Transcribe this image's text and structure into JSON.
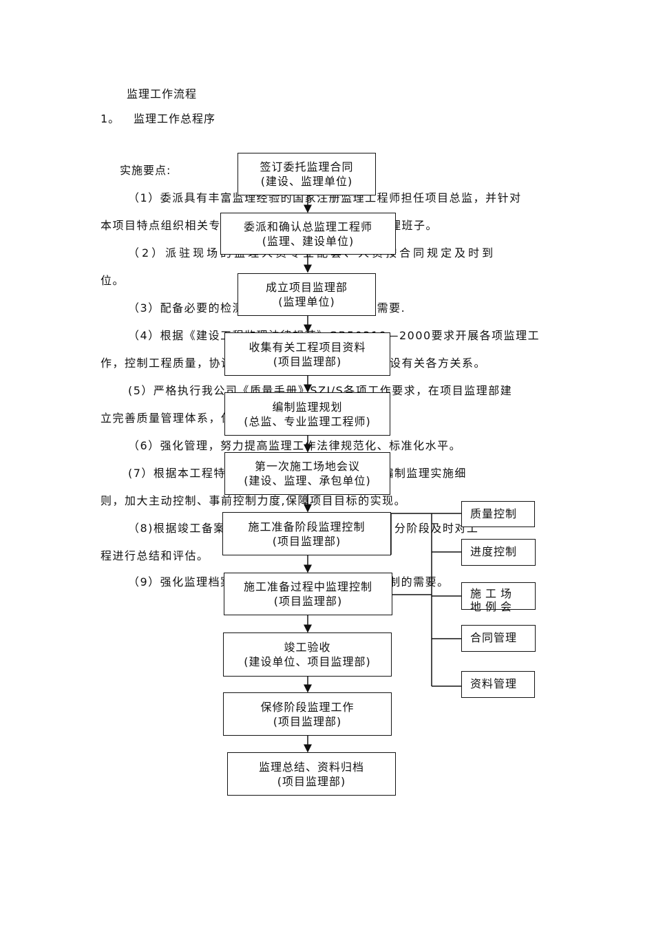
{
  "header": {
    "title": "监理工作流程",
    "section_num": "1。",
    "section_title": "监理工作总程序"
  },
  "key_points_label": "实施要点:",
  "paragraphs": [
    {
      "l1": "（1）委派具有丰富监理经验的国家注册监理工程师担任项目总监，并针对",
      "l2": "本项目特点组织相关专业监理工程师，组成强有力的监理班子。"
    },
    {
      "l1": "（2）派驻现场的监理人员专业配套、人员按合同规定及时到",
      "l2": "位。"
    },
    {
      "l1": "（3）配备必要的检测设备，满足现场检验工作需要."
    },
    {
      "l1": "（4）根据《建设工程监理法律规范》GB50319—2000要求开展各项监理工",
      "l2": "作，控制工程质量，协调建设单位、施工单位与工程建设有关各方关系。"
    },
    {
      "l1": "(5）严格执行我公司《质量手册》SZJ/S各项工作要求，在项目监理部建",
      "l2": "立完善质量管理体系，保障工程项目质量目标实现."
    },
    {
      "l1": "（6）强化管理，努力提高监理工作法律规范化、标准化水平。"
    },
    {
      "l1": "(7）根据本工程特点，编制监理规划，并分阶段编制监理实施细",
      "l2": "则，加大主动控制、事前控制力度,保障项目目标的实现。"
    },
    {
      "l1": "（8)根据竣工备案制度要求，完善工程验收制度，分阶段及时对工",
      "l2": "程进行总结和评估。"
    },
    {
      "l1": "（9）强化监理档案管理，满足工程质量终身负责制的需要。"
    }
  ],
  "flow": [
    {
      "title": "签订委托监理合同",
      "sub": "(建设、监理单位)"
    },
    {
      "title": "委派和确认总监理工程师",
      "sub": "(监理、建设单位)"
    },
    {
      "title": "成立项目监理部",
      "sub": "(监理单位)"
    },
    {
      "title": "收集有关工程项目资料",
      "sub": "(项目监理部)"
    },
    {
      "title": "编制监理规划",
      "sub": "(总监、专业监理工程师)"
    },
    {
      "title": "第一次施工场地会议",
      "sub": "(建设、监理、承包单位)"
    },
    {
      "title": "施工准备阶段监理控制",
      "sub": "(项目监理部)"
    },
    {
      "title": "施工准备过程中监理控制",
      "sub": "(项目监理部)"
    },
    {
      "title": "竣工验收",
      "sub": "(建设单位、项目监理部)"
    },
    {
      "title": "保修阶段监理工作",
      "sub": "(项目监理部)"
    },
    {
      "title": "监理总结、资料归档",
      "sub": "(项目监理部)"
    }
  ],
  "side": [
    "质量控制",
    "进度控制",
    "施工场地例会",
    "合同管理",
    "资料管理"
  ]
}
